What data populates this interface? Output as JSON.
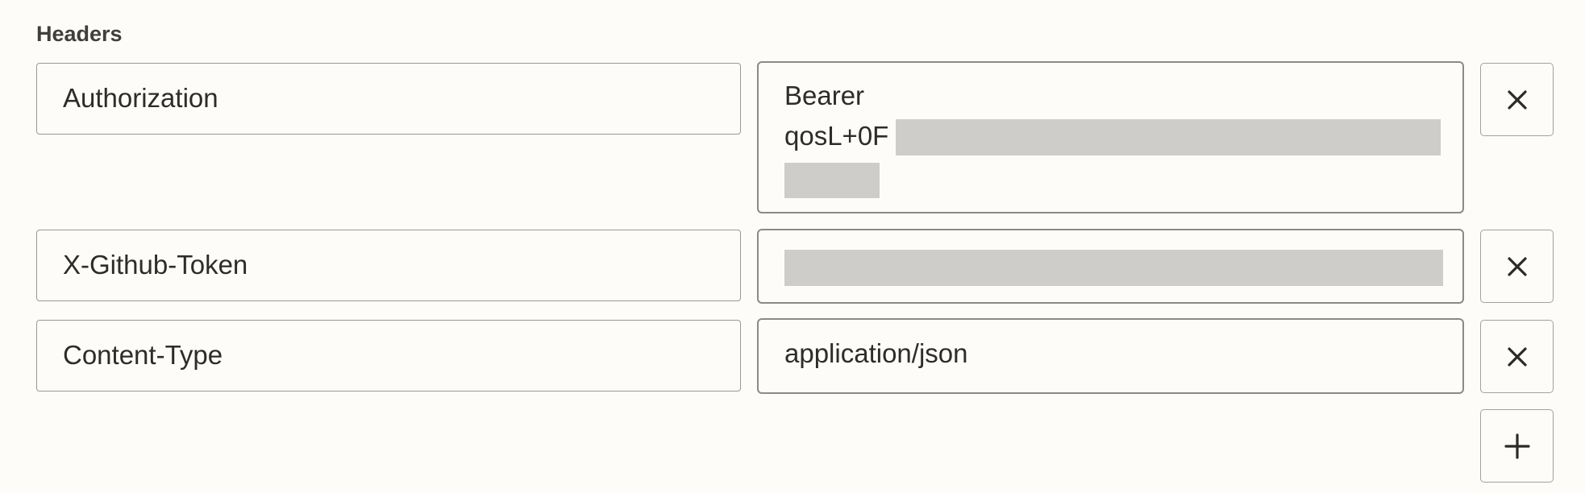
{
  "section": {
    "label": "Headers"
  },
  "headers": [
    {
      "key": "Authorization",
      "value_line1": "Bearer",
      "value_line2_prefix": "qosL+0F",
      "value_redacted": true
    },
    {
      "key": "X-Github-Token",
      "value_redacted": true
    },
    {
      "key": "Content-Type",
      "value": "application/json"
    }
  ],
  "icons": {
    "remove": "close-icon",
    "add": "plus-icon"
  },
  "colors": {
    "background": "#fdfcf8",
    "border": "#9a9894",
    "redaction": "#cecdc9",
    "text": "#2d2c2a"
  }
}
